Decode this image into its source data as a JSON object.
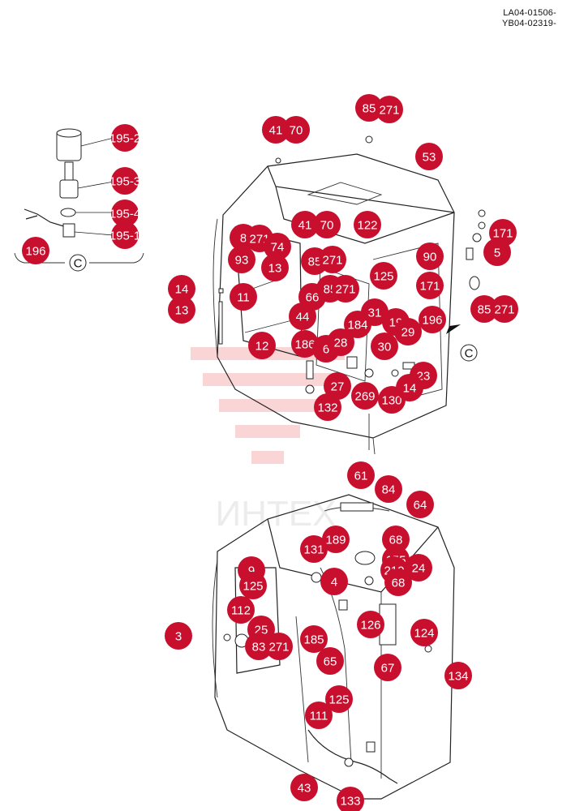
{
  "header": {
    "code_1": "LA04-01506-",
    "code_2": "YB04-02319-"
  },
  "watermark": {
    "text": "ИНТЕХ"
  },
  "colors": {
    "callout": "#c8102e",
    "watermark": "#f5b5b5"
  },
  "detail_marker": {
    "label": "C"
  },
  "callouts": [
    "195-2",
    "195-3",
    "195-4",
    "195-1",
    "196",
    "85",
    "271",
    "41",
    "70",
    "53",
    "41",
    "70",
    "122",
    "8",
    "271",
    "74",
    "93",
    "13",
    "85",
    "271",
    "125",
    "90",
    "171",
    "14",
    "13",
    "11",
    "66",
    "85",
    "271",
    "44",
    "31",
    "184",
    "19",
    "29",
    "196",
    "12",
    "186",
    "6",
    "28",
    "30",
    "27",
    "23",
    "132",
    "269",
    "130",
    "14",
    "85",
    "271",
    "5",
    "171",
    "61",
    "84",
    "64",
    "189",
    "131",
    "68",
    "155",
    "210",
    "24",
    "68",
    "9",
    "125",
    "4",
    "112",
    "3",
    "25",
    "83",
    "271",
    "185",
    "126",
    "124",
    "65",
    "67",
    "134",
    "125",
    "111",
    "43",
    "133"
  ]
}
